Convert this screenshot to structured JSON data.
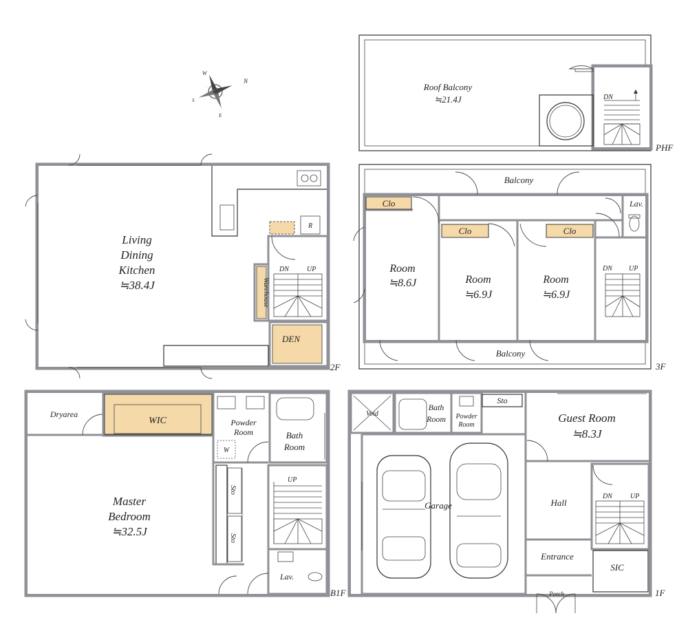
{
  "colors": {
    "wall": "#8f9197",
    "storage": "#f5d9a8",
    "line": "#333333"
  },
  "compass": {
    "labels": [
      "N",
      "E",
      "S",
      "W"
    ]
  },
  "floors": {
    "phf": {
      "label": "PHF",
      "rooms": {
        "roof_balcony": {
          "name": "Roof Balcony",
          "size": "≒21.4J"
        }
      },
      "stairs": {
        "dn": "DN"
      }
    },
    "f3": {
      "label": "3F",
      "rooms": {
        "balcony_top": {
          "name": "Balcony"
        },
        "balcony_bottom": {
          "name": "Balcony"
        },
        "room1": {
          "name": "Room",
          "size": "≒8.6J"
        },
        "room2": {
          "name": "Room",
          "size": "≒6.9J"
        },
        "room3": {
          "name": "Room",
          "size": "≒6.9J"
        },
        "clo1": "Clo",
        "clo2": "Clo",
        "clo3": "Clo",
        "lav": "Lav."
      },
      "stairs": {
        "dn": "DN",
        "up": "UP"
      }
    },
    "f2": {
      "label": "2F",
      "rooms": {
        "ldk": {
          "line1": "Living",
          "line2": "Dining",
          "line3": "Kitchen",
          "size": "≒38.4J"
        },
        "warehouse": "Warehouse",
        "den": "DEN",
        "fridge": "R"
      },
      "stairs": {
        "dn": "DN",
        "up": "UP"
      }
    },
    "b1f": {
      "label": "B1F",
      "rooms": {
        "dryarea": "Dryarea",
        "wic": "WIC",
        "powder": {
          "line1": "Powder",
          "line2": "Room"
        },
        "washer": "W",
        "bath": {
          "line1": "Bath",
          "line2": "Room"
        },
        "sto1": "Sto",
        "sto2": "Sto",
        "master": {
          "line1": "Master",
          "line2": "Bedroom",
          "size": "≒32.5J"
        },
        "lav": "Lav."
      },
      "stairs": {
        "up": "UP"
      }
    },
    "f1": {
      "label": "1F",
      "rooms": {
        "void": "Void",
        "bath": {
          "line1": "Bath",
          "line2": "Room"
        },
        "powder": {
          "line1": "Powder",
          "line2": "Room"
        },
        "sto": "Sto",
        "guest": {
          "name": "Guest Room",
          "size": "≒8.3J"
        },
        "garage": "Garage",
        "hall": "Hall",
        "entrance": "Entrance",
        "sic": "SIC",
        "porch": "Porch"
      },
      "stairs": {
        "dn": "DN",
        "up": "UP"
      }
    }
  }
}
